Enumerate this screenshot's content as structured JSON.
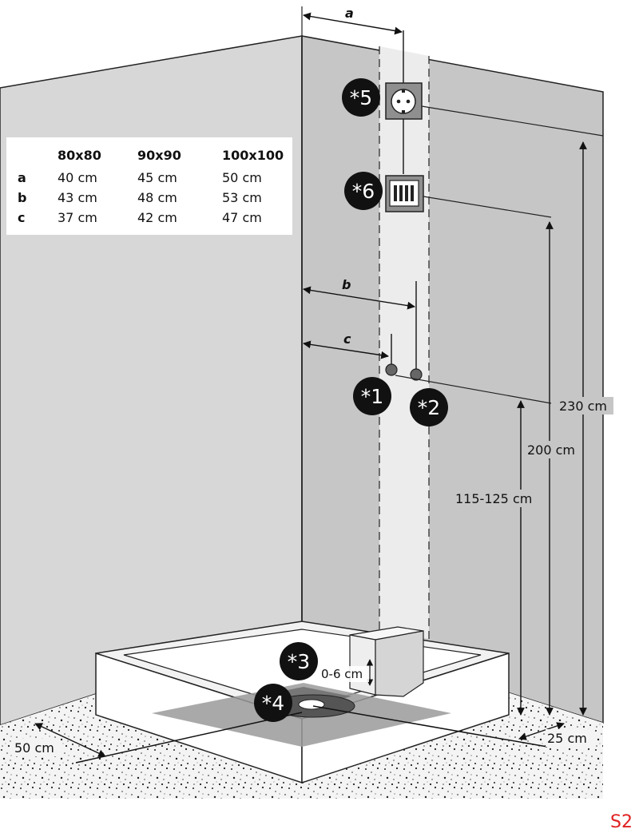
{
  "table": {
    "headers": [
      "",
      "80x80",
      "90x90",
      "100x100"
    ],
    "rows": [
      [
        "a",
        "40 cm",
        "45 cm",
        "50 cm"
      ],
      [
        "b",
        "43 cm",
        "48 cm",
        "53 cm"
      ],
      [
        "c",
        "37 cm",
        "42 cm",
        "47 cm"
      ]
    ]
  },
  "dimensions": {
    "a": "a",
    "b": "b",
    "c": "c",
    "h230": "230 cm",
    "h200": "200 cm",
    "h115": "115-125 cm",
    "floor_left": "50 cm",
    "floor_right": "25 cm",
    "tray_height": "0-6 cm"
  },
  "markers": {
    "m1": "*1",
    "m2": "*2",
    "m3": "*3",
    "m4": "*4",
    "m5": "*5",
    "m6": "*6"
  },
  "page_mark": "S2",
  "colors": {
    "wall_left": "#d7d7d7",
    "wall_right": "#c6c6c6",
    "strip": "#ececec",
    "badge": "#111111",
    "page_mark": "#e02020"
  }
}
